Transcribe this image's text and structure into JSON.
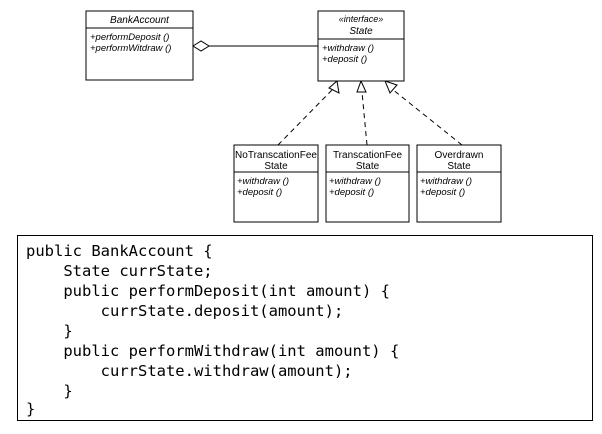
{
  "classes": [
    {
      "id": "bank",
      "name": "BankAccount",
      "name_italic": true,
      "stereotype": "",
      "ops": [
        "+performDeposit ()",
        "+performWitdraw ()"
      ]
    },
    {
      "id": "state",
      "name": "State",
      "name_italic": true,
      "stereotype": "«interface»",
      "ops": [
        "+withdraw ()",
        "+deposit ()"
      ]
    },
    {
      "id": "noTrans",
      "name_lines": [
        "NoTranscationFee",
        "State"
      ],
      "ops": [
        "+withdraw ()",
        "+deposit ()"
      ]
    },
    {
      "id": "trans",
      "name_lines": [
        "TranscationFee",
        "State"
      ],
      "ops": [
        "+withdraw ()",
        "+deposit ()"
      ]
    },
    {
      "id": "over",
      "name_lines": [
        "Overdrawn",
        "State"
      ],
      "ops": [
        "+withdraw ()",
        "+deposit ()"
      ]
    }
  ],
  "relationships": [
    {
      "type": "aggregation",
      "from": "bank",
      "to": "state"
    },
    {
      "type": "realization",
      "from": "noTrans",
      "to": "state"
    },
    {
      "type": "realization",
      "from": "trans",
      "to": "state"
    },
    {
      "type": "realization",
      "from": "over",
      "to": "state"
    }
  ],
  "code": [
    "public BankAccount {",
    "    State currState;",
    "    public performDeposit(int amount) {",
    "        currState.deposit(amount);",
    "    }",
    "    public performWithdraw(int amount) {",
    "        currState.withdraw(amount);",
    "    }",
    "}"
  ]
}
